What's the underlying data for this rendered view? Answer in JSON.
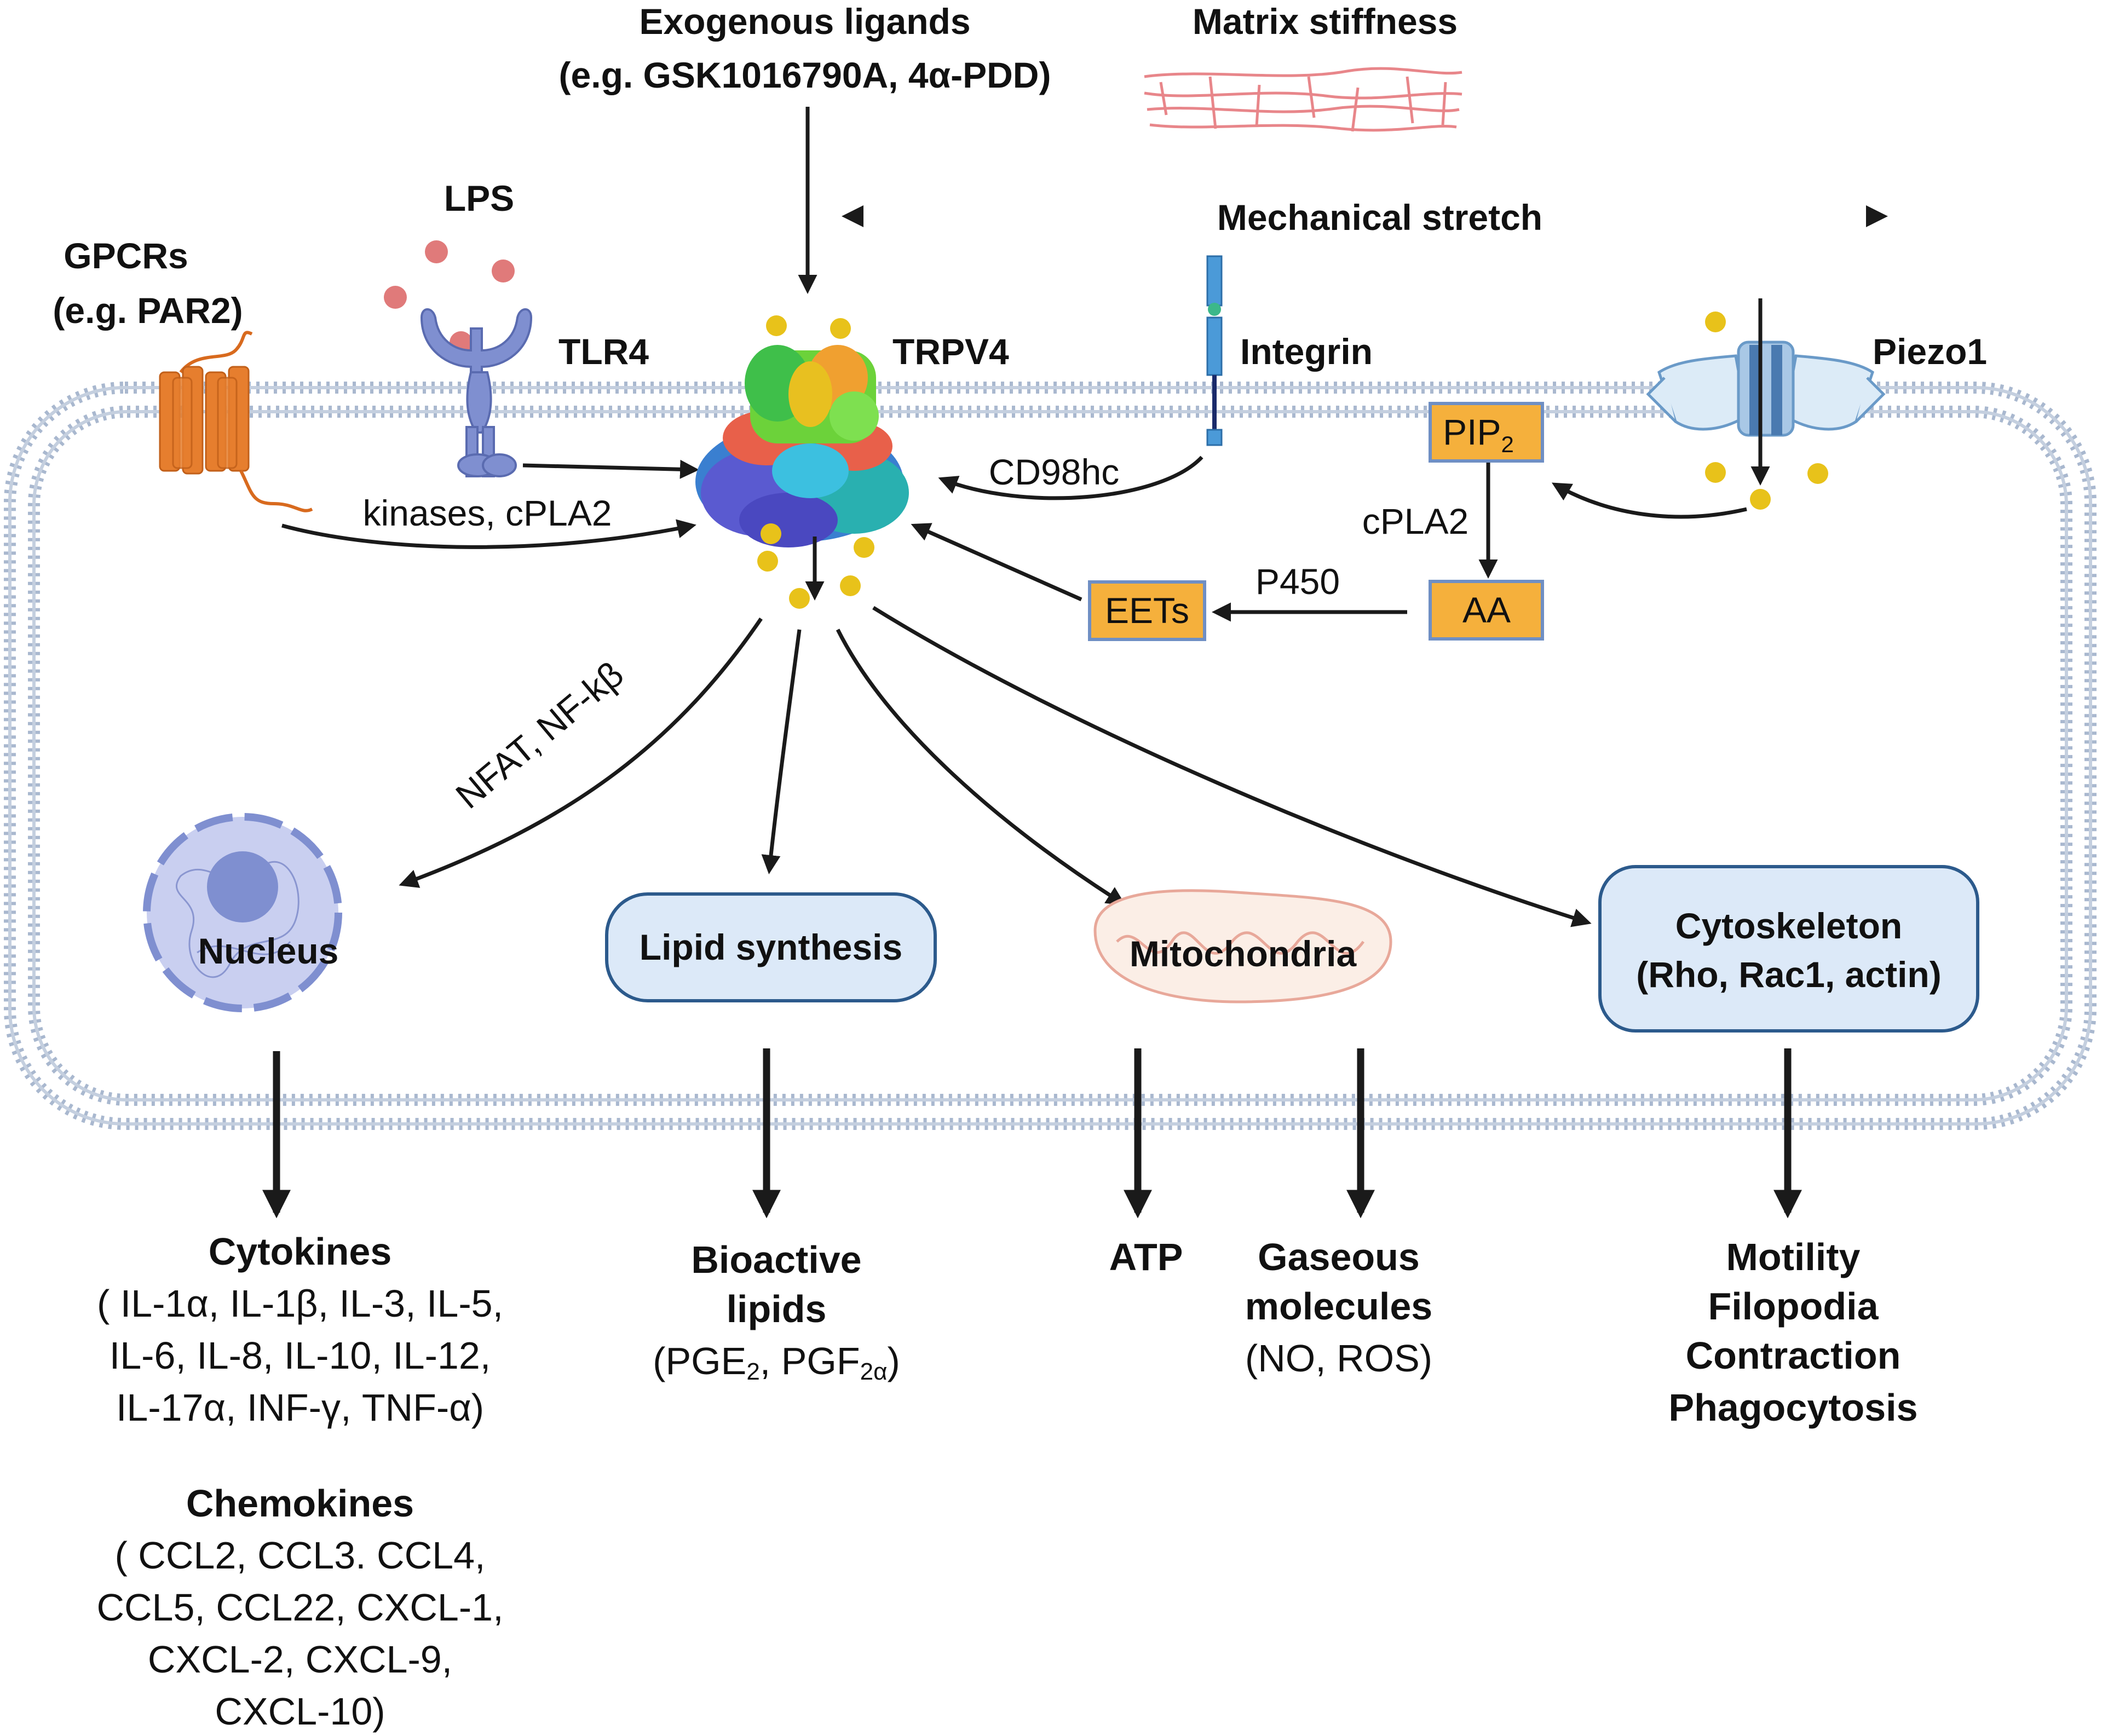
{
  "stimuli": {
    "exogenous_title": "Exogenous ligands",
    "exogenous_examples": "(e.g. GSK1016790A, 4α-PDD)",
    "matrix_stiffness": "Matrix stiffness",
    "mechanical_stretch": "Mechanical stretch",
    "lps": "LPS",
    "gpcrs_title": "GPCRs",
    "gpcrs_example": "(e.g. PAR2)"
  },
  "receptors": {
    "tlr4": "TLR4",
    "trpv4": "TRPV4",
    "integrin": "Integrin",
    "piezo1": "Piezo1"
  },
  "pathway_labels": {
    "kinases": "kinases, cPLA2",
    "cd98hc": "CD98hc",
    "cpla2": "cPLA2",
    "p450": "P450",
    "nfat": "NFAT, NF-kβ"
  },
  "boxes": {
    "pip2_base": "PIP",
    "pip2_sub": "2",
    "aa": "AA",
    "eets": "EETs"
  },
  "organelles": {
    "nucleus": "Nucleus",
    "lipid_synthesis": "Lipid synthesis",
    "mitochondria": "Mitochondria",
    "cytoskeleton_title": "Cytoskeleton",
    "cytoskeleton_detail": "(Rho, Rac1, actin)"
  },
  "outputs": {
    "cytokines_title": "Cytokines",
    "cytokines_lines": [
      "( IL-1α, IL-1β, IL-3, IL-5,",
      "IL-6, IL-8, IL-10, IL-12,",
      "IL-17α, INF-γ, TNF-α)"
    ],
    "chemokines_title": "Chemokines",
    "chemokines_lines": [
      "( CCL2, CCL3. CCL4,",
      "CCL5, CCL22, CXCL-1,",
      "CXCL-2,  CXCL-9,",
      "CXCL-10)"
    ],
    "bioactive_title_1": "Bioactive",
    "bioactive_title_2": "lipids",
    "bioactive_open": "(PGE",
    "bioactive_sub1": "2",
    "bioactive_mid": ", PGF",
    "bioactive_sub2": "2α",
    "bioactive_close": ")",
    "atp": "ATP",
    "gaseous_1": "Gaseous",
    "gaseous_2": "molecules",
    "gaseous_detail": "(NO, ROS)",
    "motility_lines": [
      "Motility",
      "Filopodia",
      "Contraction",
      "Phagocytosis"
    ]
  },
  "colors": {
    "membrane": "#9fb0c8",
    "box_orange": "#f5b03c",
    "box_border": "#6f8fc4",
    "organelle_fill": "#dce9f8",
    "organelle_border": "#2c5a8c",
    "calcium": "#e8c21a",
    "lps_dot": "#e07a7a",
    "gpcr": "#e67e2e",
    "receptor_blue": "#7f8fd0",
    "arrow": "#1a1a1a"
  }
}
